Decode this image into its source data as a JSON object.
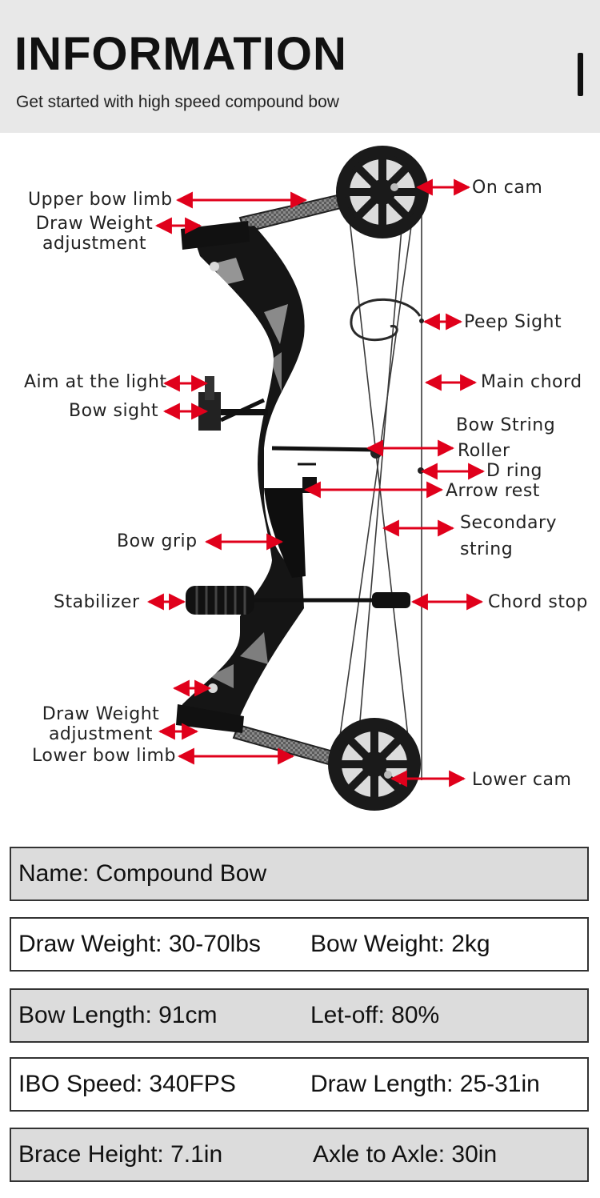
{
  "header": {
    "title": "INFORMATION",
    "subtitle": "Get started with high speed compound bow"
  },
  "labels": {
    "upper_bow_limb": "Upper bow limb",
    "draw_weight_upper_l1": "Draw Weight",
    "draw_weight_upper_l2": "adjustment",
    "on_cam": "On cam",
    "peep_sight": "Peep Sight",
    "aim_at_the_light": "Aim at the light",
    "main_chord": "Main chord",
    "bow_sight": "Bow sight",
    "bow_string_roller_l1": "Bow String",
    "bow_string_roller_l2": "Roller",
    "d_ring": "D ring",
    "arrow_rest": "Arrow rest",
    "bow_grip": "Bow grip",
    "secondary_string_l1": "Secondary",
    "secondary_string_l2": "string",
    "stabilizer": "Stabilizer",
    "chord_stop": "Chord stop",
    "draw_weight_lower_l1": "Draw Weight",
    "draw_weight_lower_l2": "adjustment",
    "lower_bow_limb": "Lower bow limb",
    "lower_cam": "Lower cam"
  },
  "specs": {
    "row1": {
      "a": "Name: Compound  Bow"
    },
    "row2": {
      "a": "Draw Weight: 30-70lbs",
      "b": "Bow Weight: 2kg"
    },
    "row3": {
      "a": "Bow Length: 91cm",
      "b": "Let-off: 80%"
    },
    "row4": {
      "a": "IBO Speed: 340FPS",
      "b": "Draw Length: 25-31in"
    },
    "row5": {
      "a": "Brace Height: 7.1in",
      "b": "Axle to Axle: 30in"
    }
  },
  "colors": {
    "arrow": "#e0001b",
    "header_bg": "#e8e8e8",
    "row_gray": "#dcdcdc",
    "bow_body": "#151515"
  }
}
